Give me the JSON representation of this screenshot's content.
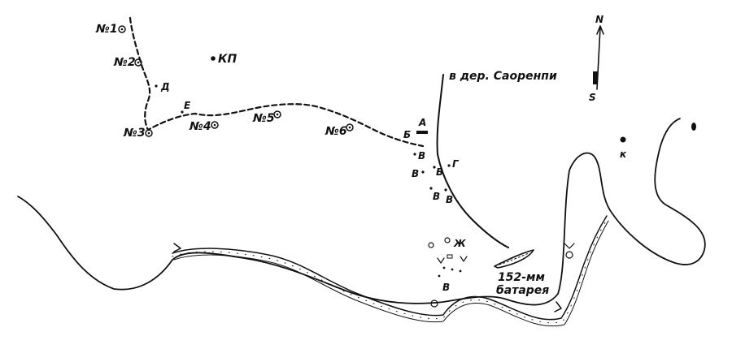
{
  "positions": [
    {
      "id": "p1",
      "label": "№1"
    },
    {
      "id": "p2",
      "label": "№2"
    },
    {
      "id": "p3",
      "label": "№3"
    },
    {
      "id": "p4",
      "label": "№4"
    },
    {
      "id": "p5",
      "label": "№5"
    },
    {
      "id": "p6",
      "label": "№6"
    }
  ],
  "labels": {
    "kp": "КП",
    "d": "Д",
    "e": "Е",
    "b": "Б",
    "a": "А",
    "g": "Г",
    "zh": "Ж",
    "k": "к",
    "v": "В",
    "village": "в дер. Саоренпи",
    "battery_line1": "152-мм",
    "battery_line2": "батарея"
  },
  "compass": {
    "north": "N",
    "south": "S"
  },
  "colors": {
    "ink": "#111111",
    "paper": "#ffffff"
  }
}
